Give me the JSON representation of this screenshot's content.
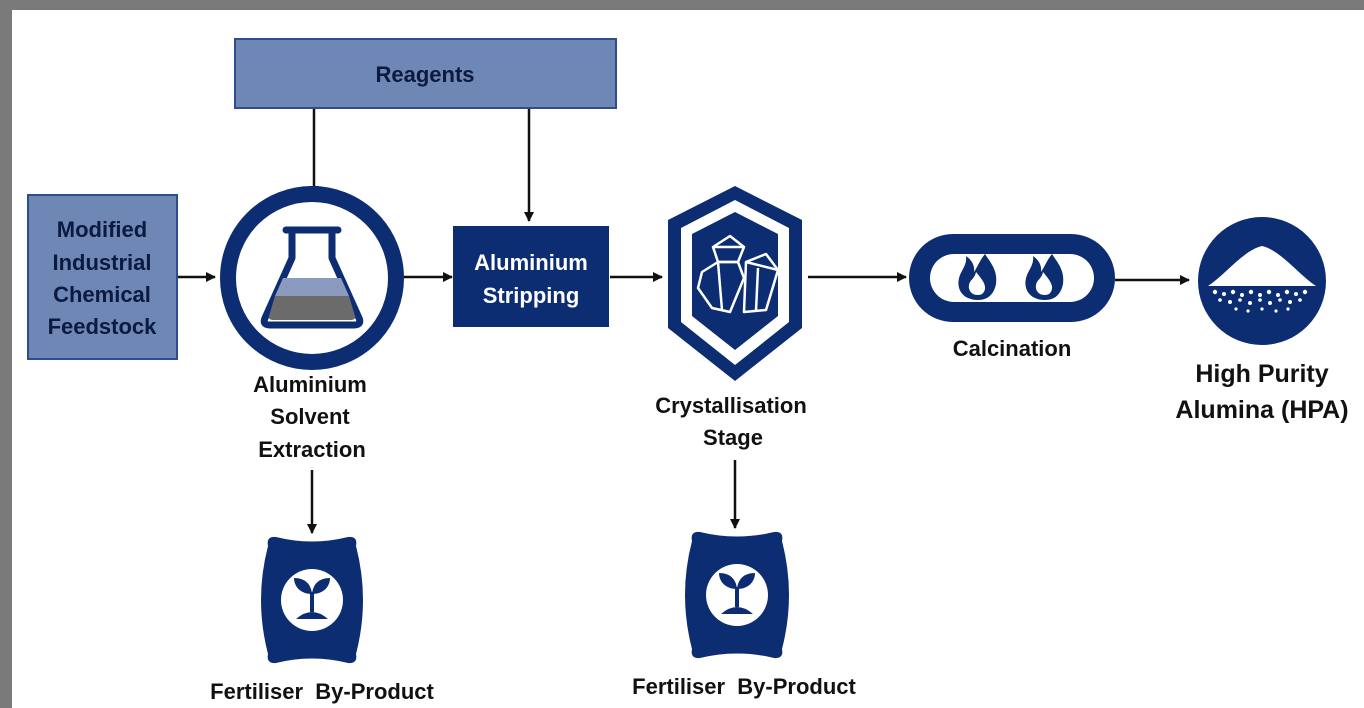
{
  "colors": {
    "navy": "#0d2d73",
    "light_box": "#6e87b4",
    "light_box_border": "#2d4d8c",
    "liquid": "#8a9bbf",
    "liquid_base": "#6b6b6b",
    "frame": "#7a7a7a"
  },
  "nodes": {
    "reagents": {
      "label": "Reagents"
    },
    "feedstock": {
      "line1": "Modified",
      "line2": "Industrial",
      "line3": "Chemical",
      "line4": "Feedstock"
    },
    "solvent_extraction": {
      "line1": "Aluminium",
      "line2": "Solvent",
      "line3": "Extraction",
      "icon": "flask-icon"
    },
    "stripping": {
      "line1": "Aluminium",
      "line2": "Stripping"
    },
    "crystallisation": {
      "line1": "Crystallisation",
      "line2": "Stage",
      "icon": "crystal-icon"
    },
    "calcination": {
      "label": "Calcination",
      "icon": "flame-icon"
    },
    "hpa": {
      "line1": "High Purity",
      "line2": "Alumina (HPA)",
      "icon": "powder-icon"
    },
    "byproduct_1": {
      "label": "Fertiliser  By-Product",
      "icon": "fertiliser-bag-icon"
    },
    "byproduct_2": {
      "label": "Fertiliser  By-Product",
      "icon": "fertiliser-bag-icon"
    }
  }
}
